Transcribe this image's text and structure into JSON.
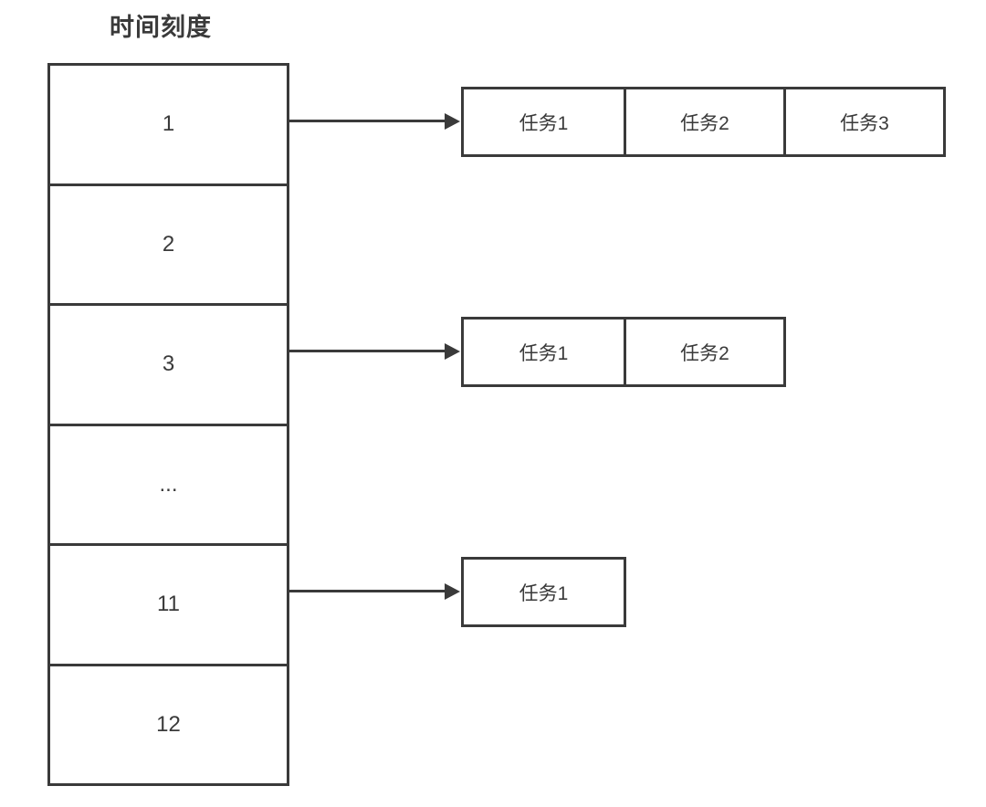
{
  "diagram": {
    "title": "时间刻度",
    "time_slots": [
      {
        "label": "1"
      },
      {
        "label": "2"
      },
      {
        "label": "3"
      },
      {
        "label": "..."
      },
      {
        "label": "11"
      },
      {
        "label": "12"
      }
    ],
    "task_lists": [
      {
        "slot": "1",
        "tasks": [
          "任务1",
          "任务2",
          "任务3"
        ]
      },
      {
        "slot": "3",
        "tasks": [
          "任务1",
          "任务2"
        ]
      },
      {
        "slot": "11",
        "tasks": [
          "任务1"
        ]
      }
    ],
    "colors": {
      "line": "#3a3a3a",
      "text": "#3a3a3a",
      "background": "#ffffff"
    }
  }
}
